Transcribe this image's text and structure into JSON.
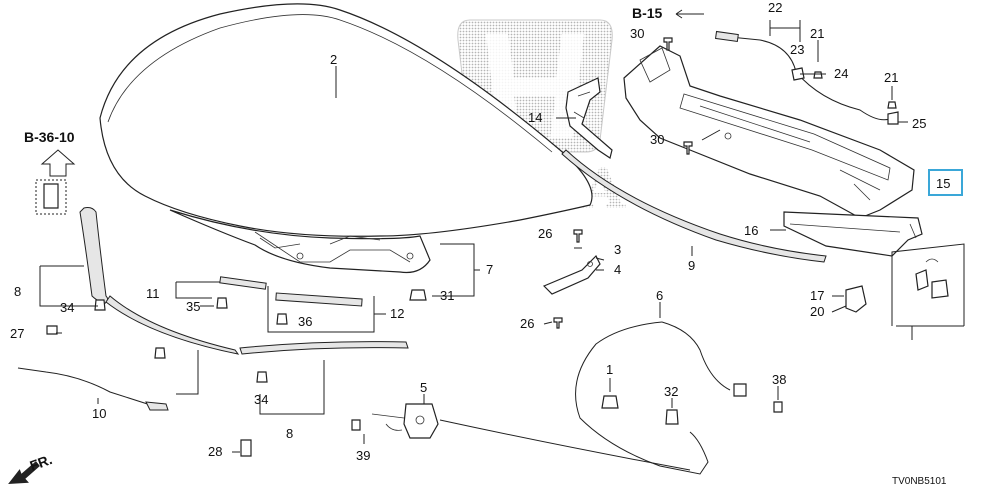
{
  "brand_watermark": "HONDA",
  "diagram_code": "TV0NB5101",
  "direction_label": "FR.",
  "ref_b15": "B-15",
  "ref_b3610": "B-36-10",
  "highlighted_callout": "15",
  "callouts": {
    "c1": "1",
    "c2": "2",
    "c3": "3",
    "c4": "4",
    "c5": "5",
    "c6": "6",
    "c7": "7",
    "c8a": "8",
    "c8b": "8",
    "c9": "9",
    "c10": "10",
    "c11": "11",
    "c12": "12",
    "c14": "14",
    "c15": "15",
    "c16": "16",
    "c17": "17",
    "c20": "20",
    "c21a": "21",
    "c21b": "21",
    "c22": "22",
    "c23": "23",
    "c24": "24",
    "c25": "25",
    "c26a": "26",
    "c26b": "26",
    "c27": "27",
    "c28": "28",
    "c30a": "30",
    "c30b": "30",
    "c31": "31",
    "c32": "32",
    "c34a": "34",
    "c34b": "34",
    "c35": "35",
    "c36": "36",
    "c38": "38",
    "c39": "39"
  },
  "colors": {
    "highlight": "#3aa7d8",
    "line": "#222222",
    "watermark": "#b5b5b5"
  }
}
